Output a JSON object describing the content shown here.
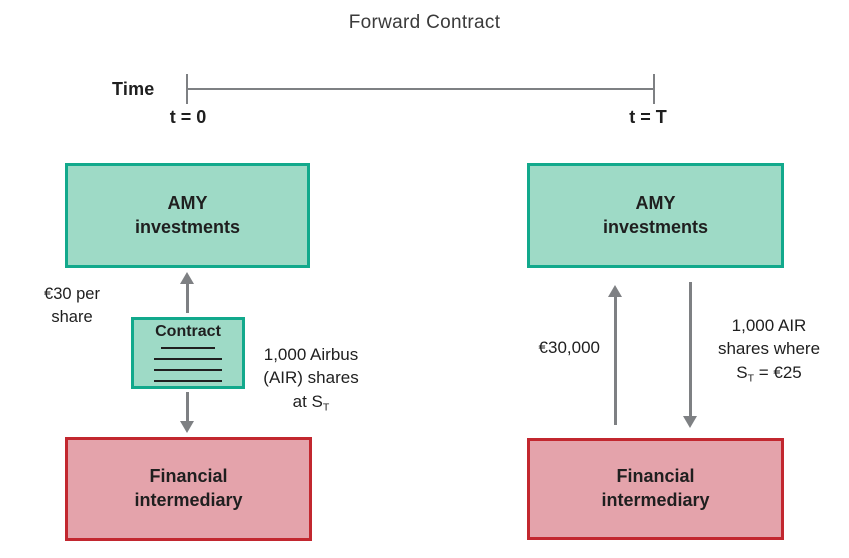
{
  "title": "Forward Contract",
  "timeline": {
    "label": "Time",
    "start_label": "t = 0",
    "end_label": "t = T"
  },
  "t0_panel": {
    "amy_line1": "AMY",
    "amy_line2": "investments",
    "price_line1": "€30 per",
    "price_line2": "share",
    "contract_label": "Contract",
    "shares_line1": "1,000 Airbus",
    "shares_line2": "(AIR) shares",
    "shares_line3_text": "at S",
    "shares_line3_sub": "T",
    "fi_line1": "Financial",
    "fi_line2": "intermediary"
  },
  "tT_panel": {
    "amy_line1": "AMY",
    "amy_line2": "investments",
    "cash_label": "€30,000",
    "shares_line1": "1,000 AIR",
    "shares_line2": "shares where",
    "shares_line3_var": "S",
    "shares_line3_sub": "T",
    "shares_line3_eq": " = €25",
    "fi_line1": "Financial",
    "fi_line2": "intermediary"
  },
  "colors": {
    "green_fill": "#9edac6",
    "green_border": "#12a98c",
    "red_fill": "#e4a3ab",
    "red_border": "#c2272f",
    "arrow_gray": "#7e8083",
    "text_dark": "#1f1f1f"
  }
}
